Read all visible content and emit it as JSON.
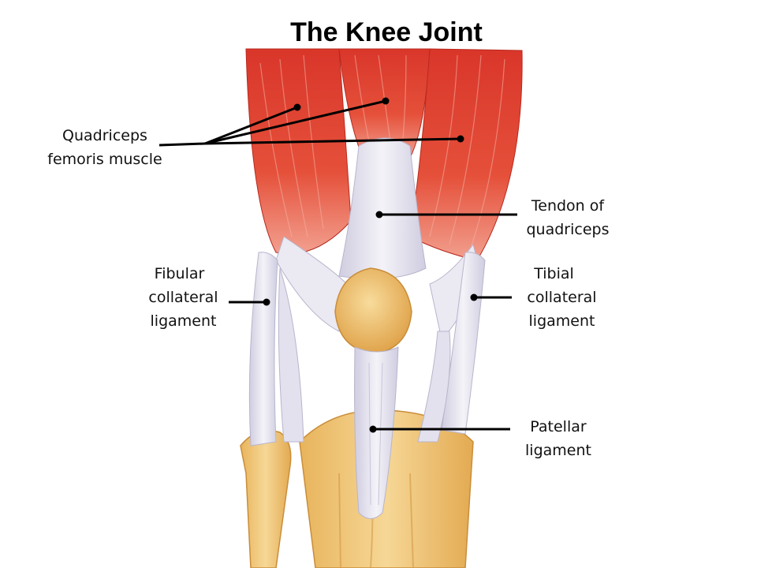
{
  "title": "The Knee Joint",
  "labels": {
    "quadriceps": [
      "Quadriceps",
      "femoris muscle"
    ],
    "tendon": [
      "Tendon of",
      "quadriceps"
    ],
    "fibular": [
      "Fibular",
      "collateral",
      "ligament"
    ],
    "tibial": [
      "Tibial",
      "collateral",
      "ligament"
    ],
    "patellar": [
      "Patellar",
      "ligament"
    ]
  },
  "colors": {
    "muscle": "#e0412f",
    "tendon": "#e8e6f0",
    "bone": "#eec77a",
    "leader": "#000000"
  }
}
